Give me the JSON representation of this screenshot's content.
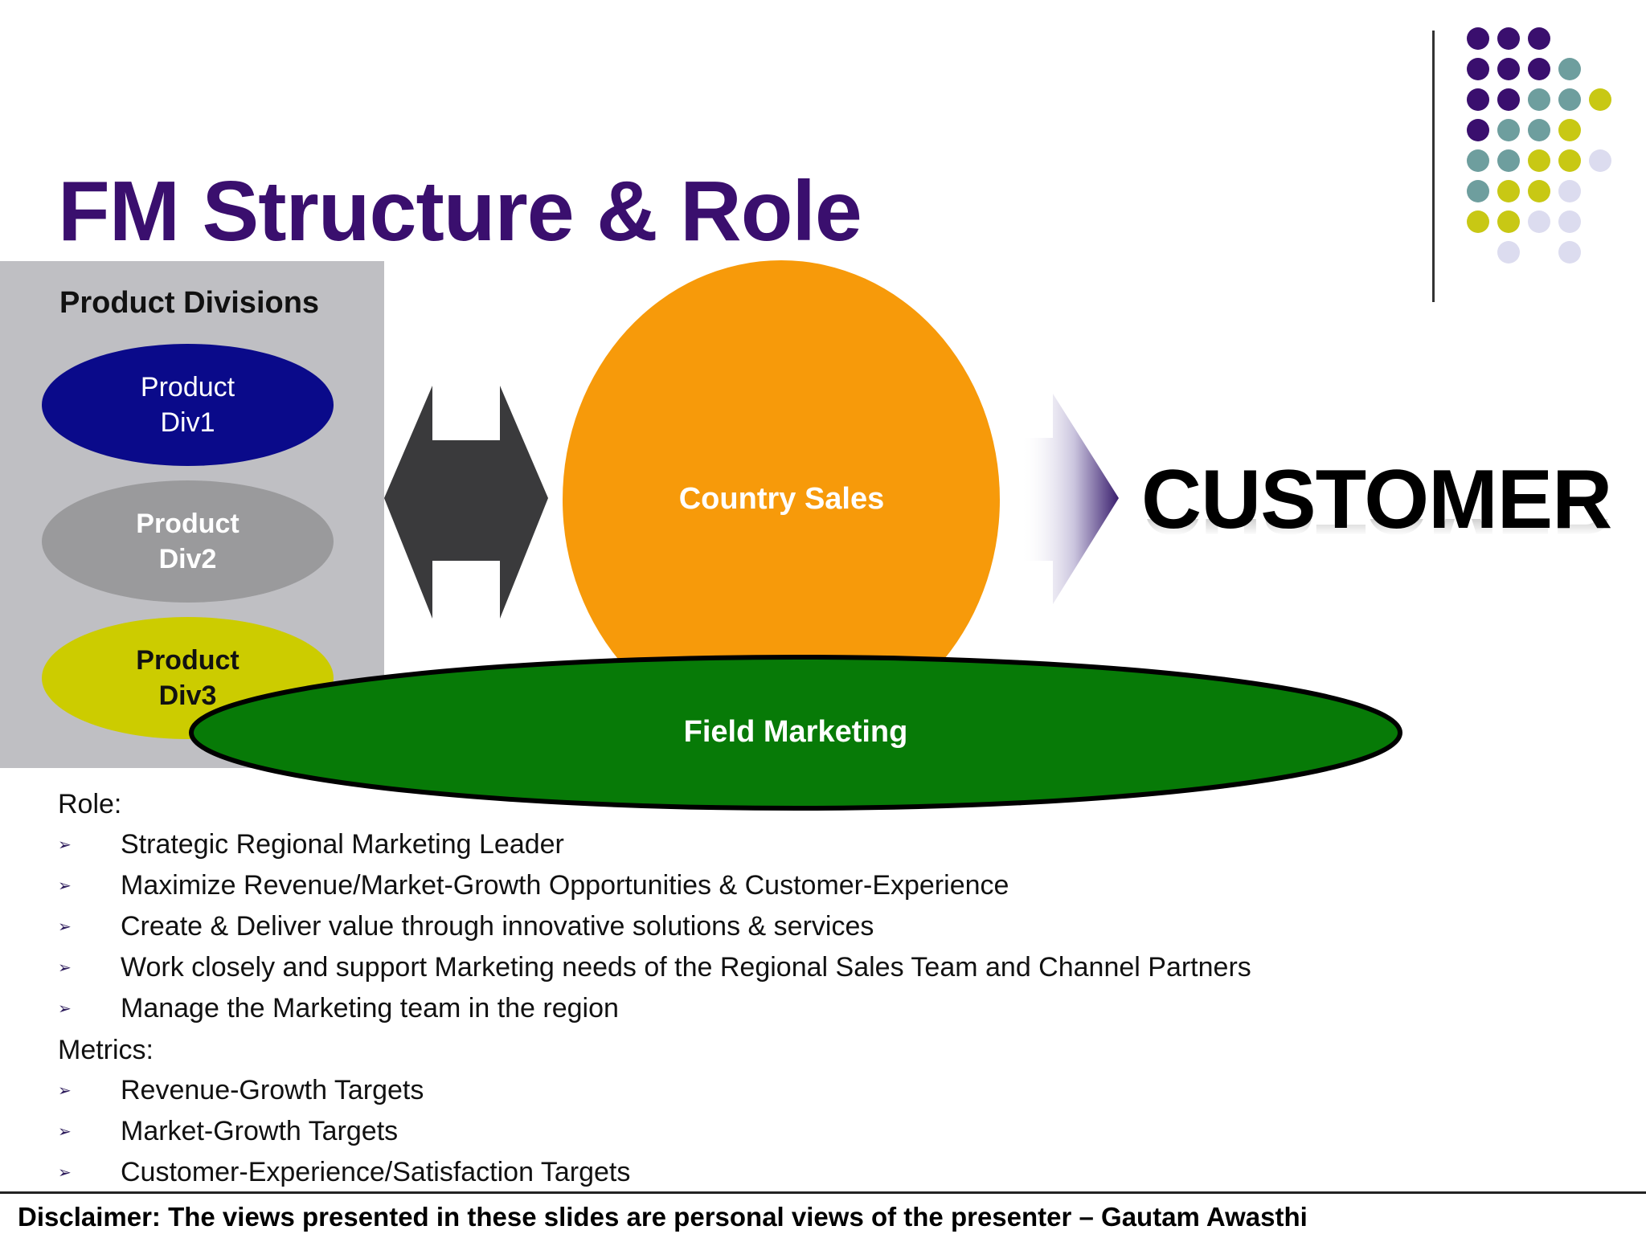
{
  "slide": {
    "title": "FM Structure & Role",
    "panel_title": "Product Divisions",
    "divisions": [
      {
        "label": "Product\nDiv1",
        "color": "#0a0a8a"
      },
      {
        "label": "Product\nDiv2",
        "color": "#9a9a9c"
      },
      {
        "label": "Product\nDiv3",
        "color": "#cccc00"
      }
    ],
    "country_sales": "Country Sales",
    "field_marketing": "Field Marketing",
    "customer": "CUSTOMER",
    "role_heading": "Role:",
    "role_items": [
      "Strategic Regional Marketing Leader",
      "Maximize Revenue/Market-Growth Opportunities & Customer-Experience",
      "Create & Deliver value through innovative solutions & services",
      "Work closely and support Marketing needs of the Regional Sales Team and Channel Partners",
      "Manage the Marketing team in the region"
    ],
    "metrics_heading": "Metrics:",
    "metrics_items": [
      "Revenue-Growth Targets",
      "Market-Growth Targets",
      "Customer-Experience/Satisfaction Targets"
    ],
    "bullet_marker": "➢",
    "disclaimer": "Disclaimer: The views presented in these slides are personal views of the presenter – Gautam Awasthi"
  },
  "colors": {
    "title": "#3a0f6e",
    "country_sales": "#f79a0a",
    "field_marketing": "#077a07",
    "arrow": "#3a3a3c",
    "panel": "#bfbfc3",
    "dot_purple": "#3a0f6e",
    "dot_teal": "#6e9e9e",
    "dot_yellow": "#c8c814",
    "dot_lavender": "#dcdcef"
  }
}
